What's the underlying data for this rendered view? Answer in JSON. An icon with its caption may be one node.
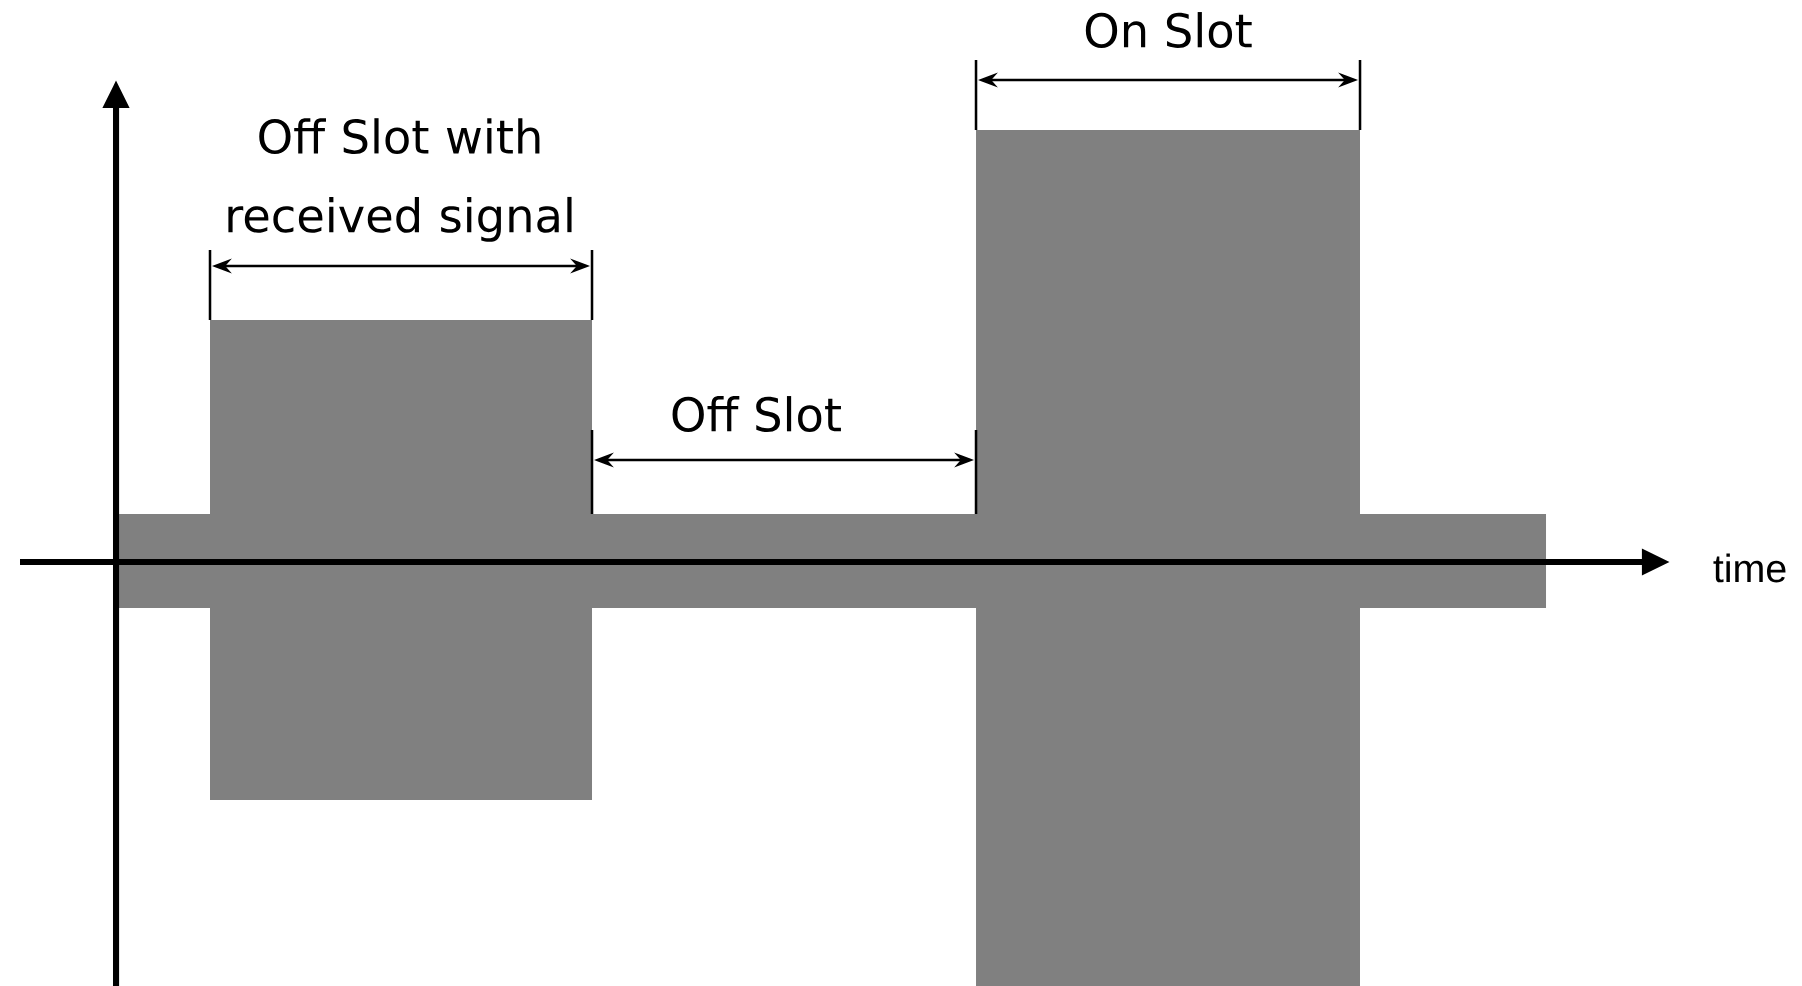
{
  "diagram": {
    "labels": [
      "On Slot",
      "Off Slot with received signal",
      "Off Slot",
      "time"
    ]
  }
}
